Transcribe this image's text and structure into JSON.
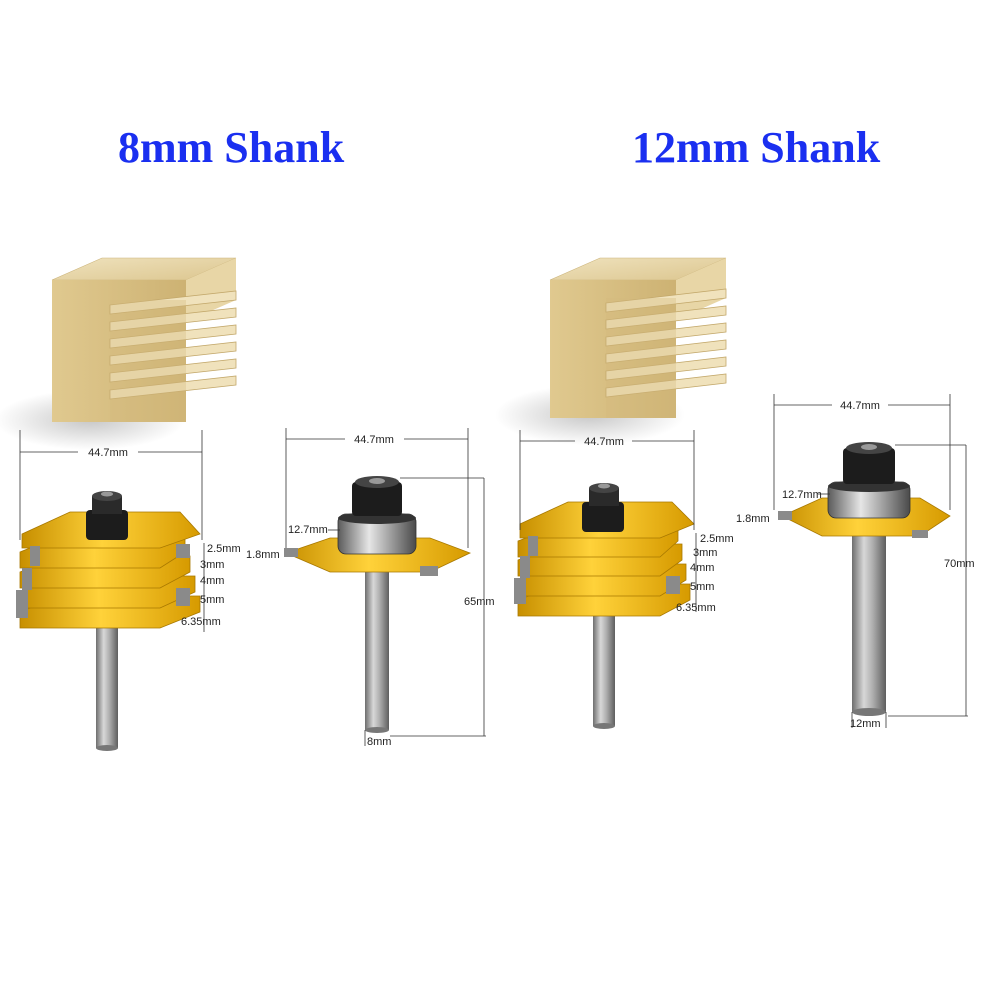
{
  "titles": {
    "left": "8mm Shank",
    "right": "12mm Shank"
  },
  "colors": {
    "title": "#1a2ff0",
    "wood": "#e3cf9c",
    "cutter_yellow": "#f2b800",
    "carbide": "#8a8a8a",
    "shank": "#a0a0a0"
  },
  "left_set": {
    "stack_bit": {
      "width": "44.7mm",
      "gaps": [
        "2.5mm",
        "3mm",
        "4mm",
        "5mm",
        "6.35mm"
      ]
    },
    "single_bit": {
      "width": "44.7mm",
      "bearing": "12.7mm",
      "cutter": "1.8mm",
      "length": "65mm",
      "shank": "8mm"
    }
  },
  "right_set": {
    "stack_bit": {
      "width": "44.7mm",
      "gaps": [
        "2.5mm",
        "3mm",
        "4mm",
        "5mm",
        "6.35mm"
      ]
    },
    "single_bit": {
      "width": "44.7mm",
      "bearing": "12.7mm",
      "cutter": "1.8mm",
      "length": "70mm",
      "shank": "12mm"
    }
  }
}
